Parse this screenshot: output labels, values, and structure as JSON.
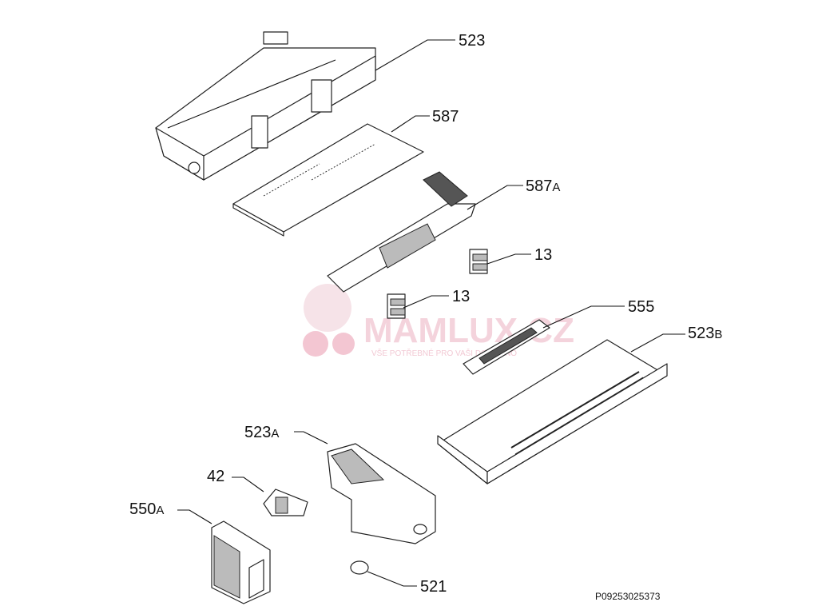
{
  "diagram": {
    "title": "Exploded parts diagram",
    "labels": [
      {
        "id": "523",
        "number": "523",
        "suffix": ""
      },
      {
        "id": "587",
        "number": "587",
        "suffix": ""
      },
      {
        "id": "587A",
        "number": "587",
        "suffix": "A"
      },
      {
        "id": "13a",
        "number": "13",
        "suffix": ""
      },
      {
        "id": "13b",
        "number": "13",
        "suffix": ""
      },
      {
        "id": "555",
        "number": "555",
        "suffix": ""
      },
      {
        "id": "523B",
        "number": "523",
        "suffix": "B"
      },
      {
        "id": "523A",
        "number": "523",
        "suffix": "A"
      },
      {
        "id": "42",
        "number": "42",
        "suffix": ""
      },
      {
        "id": "550A",
        "number": "550",
        "suffix": "A"
      },
      {
        "id": "521",
        "number": "521",
        "suffix": ""
      }
    ],
    "drawing_code": "P09253025373"
  },
  "watermark": {
    "brand": "MAMLUX.CZ",
    "tagline": "VŠE POTŘEBNÉ PRO VAŠI DOMÁCNO"
  }
}
